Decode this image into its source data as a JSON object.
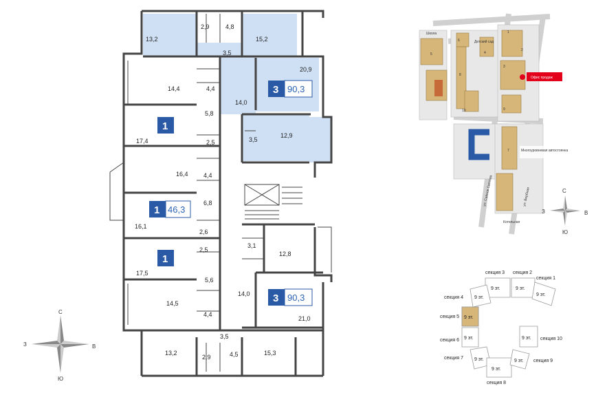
{
  "plan": {
    "rooms": {
      "r1": "13,2",
      "r2": "2,9",
      "r3": "4,8",
      "r4": "15,2",
      "r5": "3,5",
      "r6": "20,9",
      "r7": "14,4",
      "r8": "4,4",
      "r9": "14,0",
      "r10": "5,8",
      "r11": "12,9",
      "r12": "17,4",
      "r13": "3,5",
      "r14": "2,5",
      "r15": "16,4",
      "r16": "4,4",
      "r17": "6,8",
      "r18": "16,1",
      "r19": "2,6",
      "r20": "2,5",
      "r21": "3,1",
      "r22": "12,8",
      "r23": "17,5",
      "r24": "5,6",
      "r25": "14,0",
      "r26": "14,5",
      "r27": "4,4",
      "r28": "21,0",
      "r29": "3,5",
      "r30": "13,2",
      "r31": "2,9",
      "r32": "4,5",
      "r33": "15,3"
    },
    "badges": [
      {
        "rooms": "3",
        "area": "90,3"
      },
      {
        "rooms": "1",
        "area": ""
      },
      {
        "rooms": "1",
        "area": "46,3"
      },
      {
        "rooms": "1",
        "area": ""
      },
      {
        "rooms": "3",
        "area": "90,3"
      }
    ]
  },
  "compass_left": {
    "n": "С",
    "s": "Ю",
    "w": "З",
    "e": "В"
  },
  "compass_right": {
    "n": "С",
    "s": "Ю",
    "w": "З",
    "e": "В"
  },
  "site_map": {
    "school": "Школа",
    "kindergarten": "Детский сад",
    "sales_office": "Офис продаж",
    "parking": "Многоуровневая автостоянка",
    "boiler": "Котельная",
    "street1": "ул. Саянов Святова",
    "street2": "ул. Вербная",
    "buildings": [
      "1",
      "2",
      "3",
      "4",
      "5",
      "6",
      "7",
      "8",
      "9",
      "10"
    ]
  },
  "sections": {
    "labels": {
      "s1": "секция 1",
      "s2": "секция 2",
      "s3": "секция 3",
      "s4": "секция 4",
      "s5": "секция 5",
      "s6": "секция 6",
      "s7": "секция 7",
      "s8": "секция 8",
      "s9": "секция 9",
      "s10": "секция 10"
    },
    "floors": "9 эт.",
    "highlight_color": "#d7b67a"
  },
  "colors": {
    "apartment": "#cfe0f5",
    "badge": "#2a5aa6",
    "wall": "#444444",
    "office": "#e2001a",
    "plaza": "#2a5aa6"
  }
}
